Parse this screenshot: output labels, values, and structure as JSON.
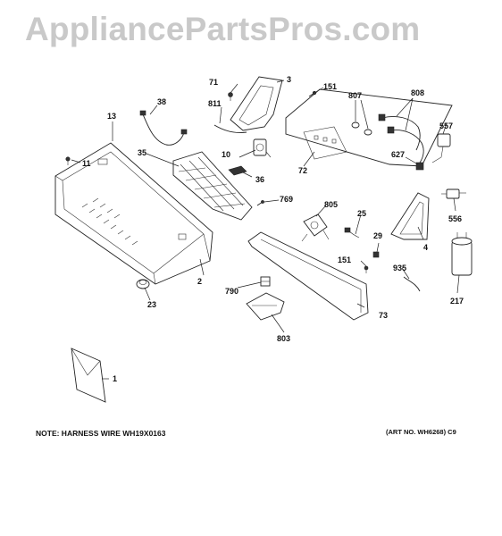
{
  "watermark": "AppliancePartsPros.com",
  "note_left": "NOTE: HARNESS WIRE WH19X0163",
  "note_right": "(ART NO. WH6268) C9",
  "callouts": {
    "c1": "1",
    "c2": "2",
    "c3": "3",
    "c4": "4",
    "c10": "10",
    "c11": "11",
    "c13": "13",
    "c23": "23",
    "c25": "25",
    "c29": "29",
    "c35": "35",
    "c36": "36",
    "c38": "38",
    "c71": "71",
    "c72": "72",
    "c73": "73",
    "c151a": "151",
    "c151b": "151",
    "c217": "217",
    "c556": "556",
    "c557": "557",
    "c627": "627",
    "c769": "769",
    "c790": "790",
    "c803": "803",
    "c805": "805",
    "c807": "807",
    "c808": "808",
    "c811": "811",
    "c935": "935"
  }
}
